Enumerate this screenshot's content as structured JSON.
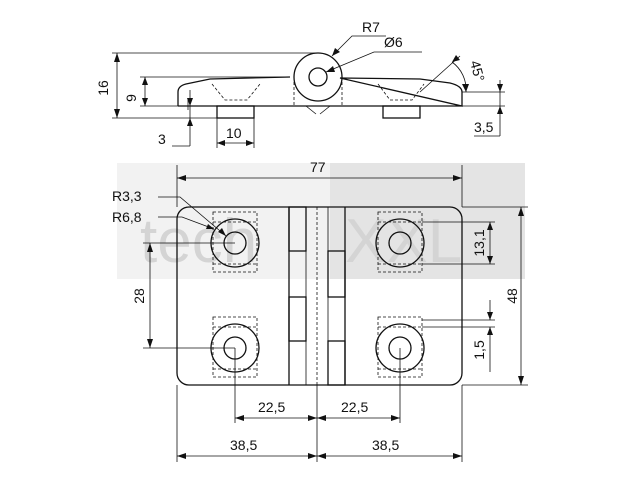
{
  "watermark": {
    "text_left": "tech",
    "text_right": "XXL"
  },
  "side_view": {
    "dimensions": {
      "height_total": "16",
      "height_body": "9",
      "peg_height": "3",
      "peg_width": "10",
      "pin_radius": "R7",
      "pin_diameter": "Ø6",
      "chamfer_angle": "45°",
      "edge_offset": "3,5"
    }
  },
  "top_view": {
    "dimensions": {
      "overall_width": "77",
      "corner_radius_small": "R3,3",
      "corner_radius_large": "R6,8",
      "hole_vertical_spacing": "28",
      "overall_height": "48",
      "slot_height": "13,1",
      "slot_gap": "1,5",
      "hole_offset_left": "22,5",
      "hole_offset_right": "22,5",
      "half_width_left": "38,5",
      "half_width_right": "38,5"
    }
  }
}
